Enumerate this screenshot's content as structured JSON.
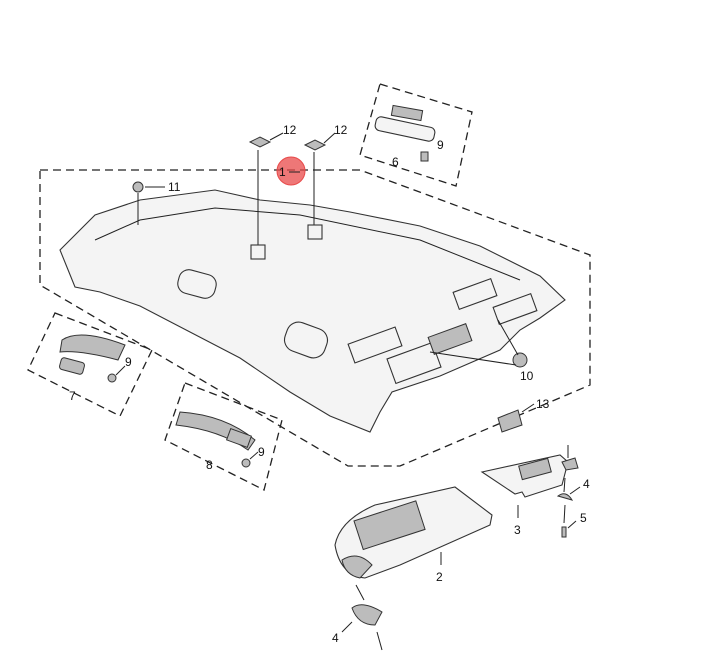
{
  "diagram": {
    "hotspot": {
      "label": "1",
      "color": "#e84a4a"
    },
    "callouts": [
      "12",
      "12",
      "9",
      "6",
      "11",
      "9",
      "7",
      "9",
      "8",
      "10",
      "13",
      "4",
      "5",
      "3",
      "2",
      "4"
    ]
  }
}
